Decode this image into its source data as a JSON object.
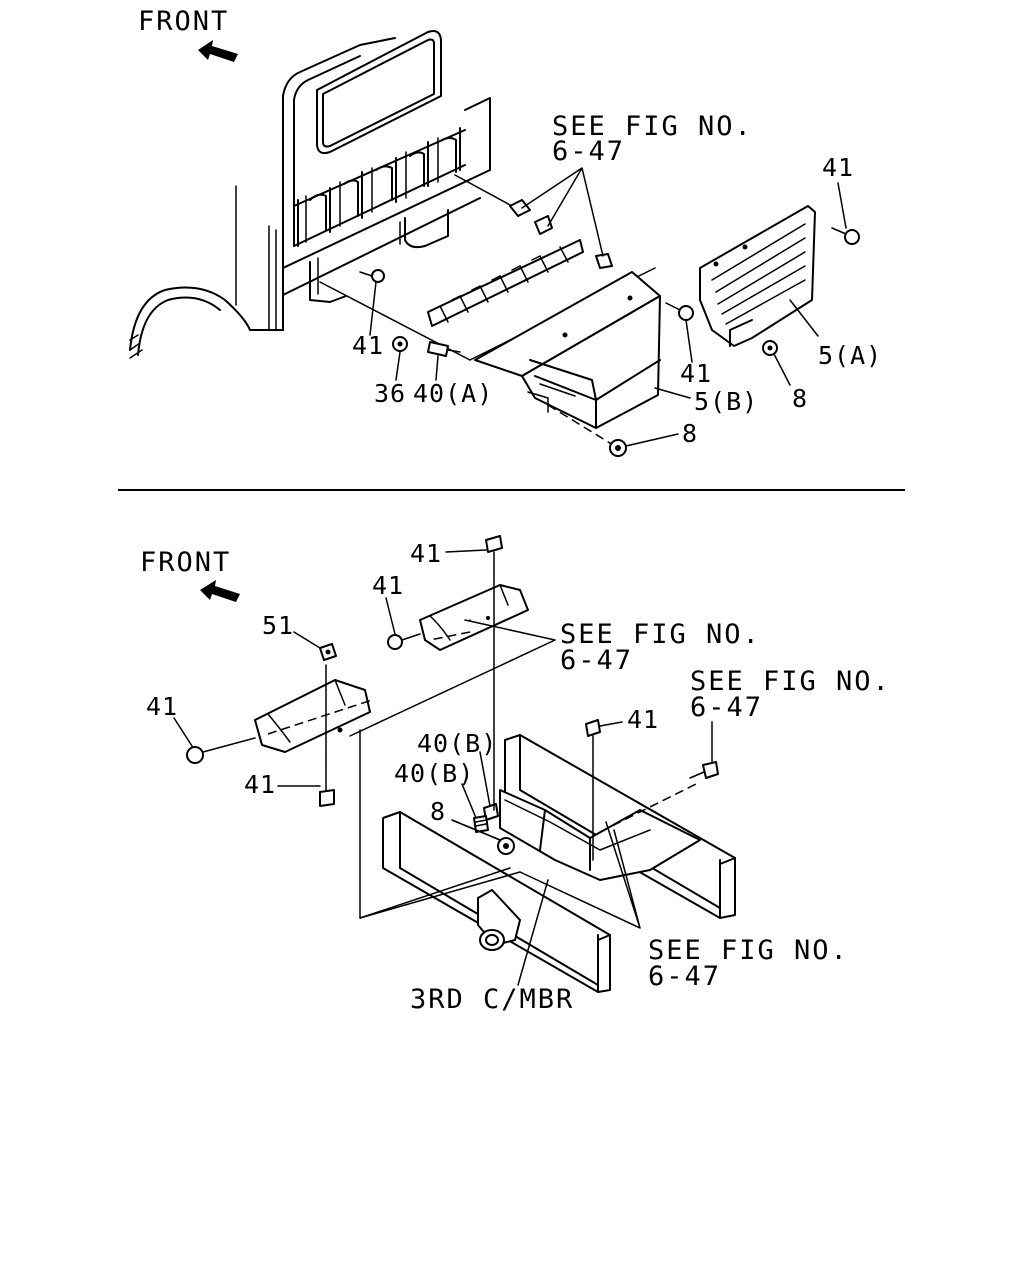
{
  "top": {
    "front": "FRONT",
    "see_fig_line1": "SEE FIG NO.",
    "see_fig_line2": "6-47",
    "callouts": {
      "c41_top_right": "41",
      "c41_left": "41",
      "c36": "36",
      "c40a": "40(A)",
      "c41_mid": "41",
      "c5a": "5(A)",
      "c5b": "5(B)",
      "c8_right": "8",
      "c8_bottom": "8"
    }
  },
  "bottom": {
    "front": "FRONT",
    "see_fig_a_line1": "SEE FIG NO.",
    "see_fig_a_line2": "6-47",
    "see_fig_b_line1": "SEE FIG NO.",
    "see_fig_b_line2": "6-47",
    "see_fig_c_line1": "SEE FIG NO.",
    "see_fig_c_line2": "6-47",
    "member_label": "3RD C/MBR",
    "callouts": {
      "c41_top": "41",
      "c41_upper_left": "41",
      "c51": "51",
      "c41_left": "41",
      "c41_lower": "41",
      "c41_right": "41",
      "c40b_upper": "40(B)",
      "c40b_lower": "40(B)",
      "c8": "8"
    }
  }
}
